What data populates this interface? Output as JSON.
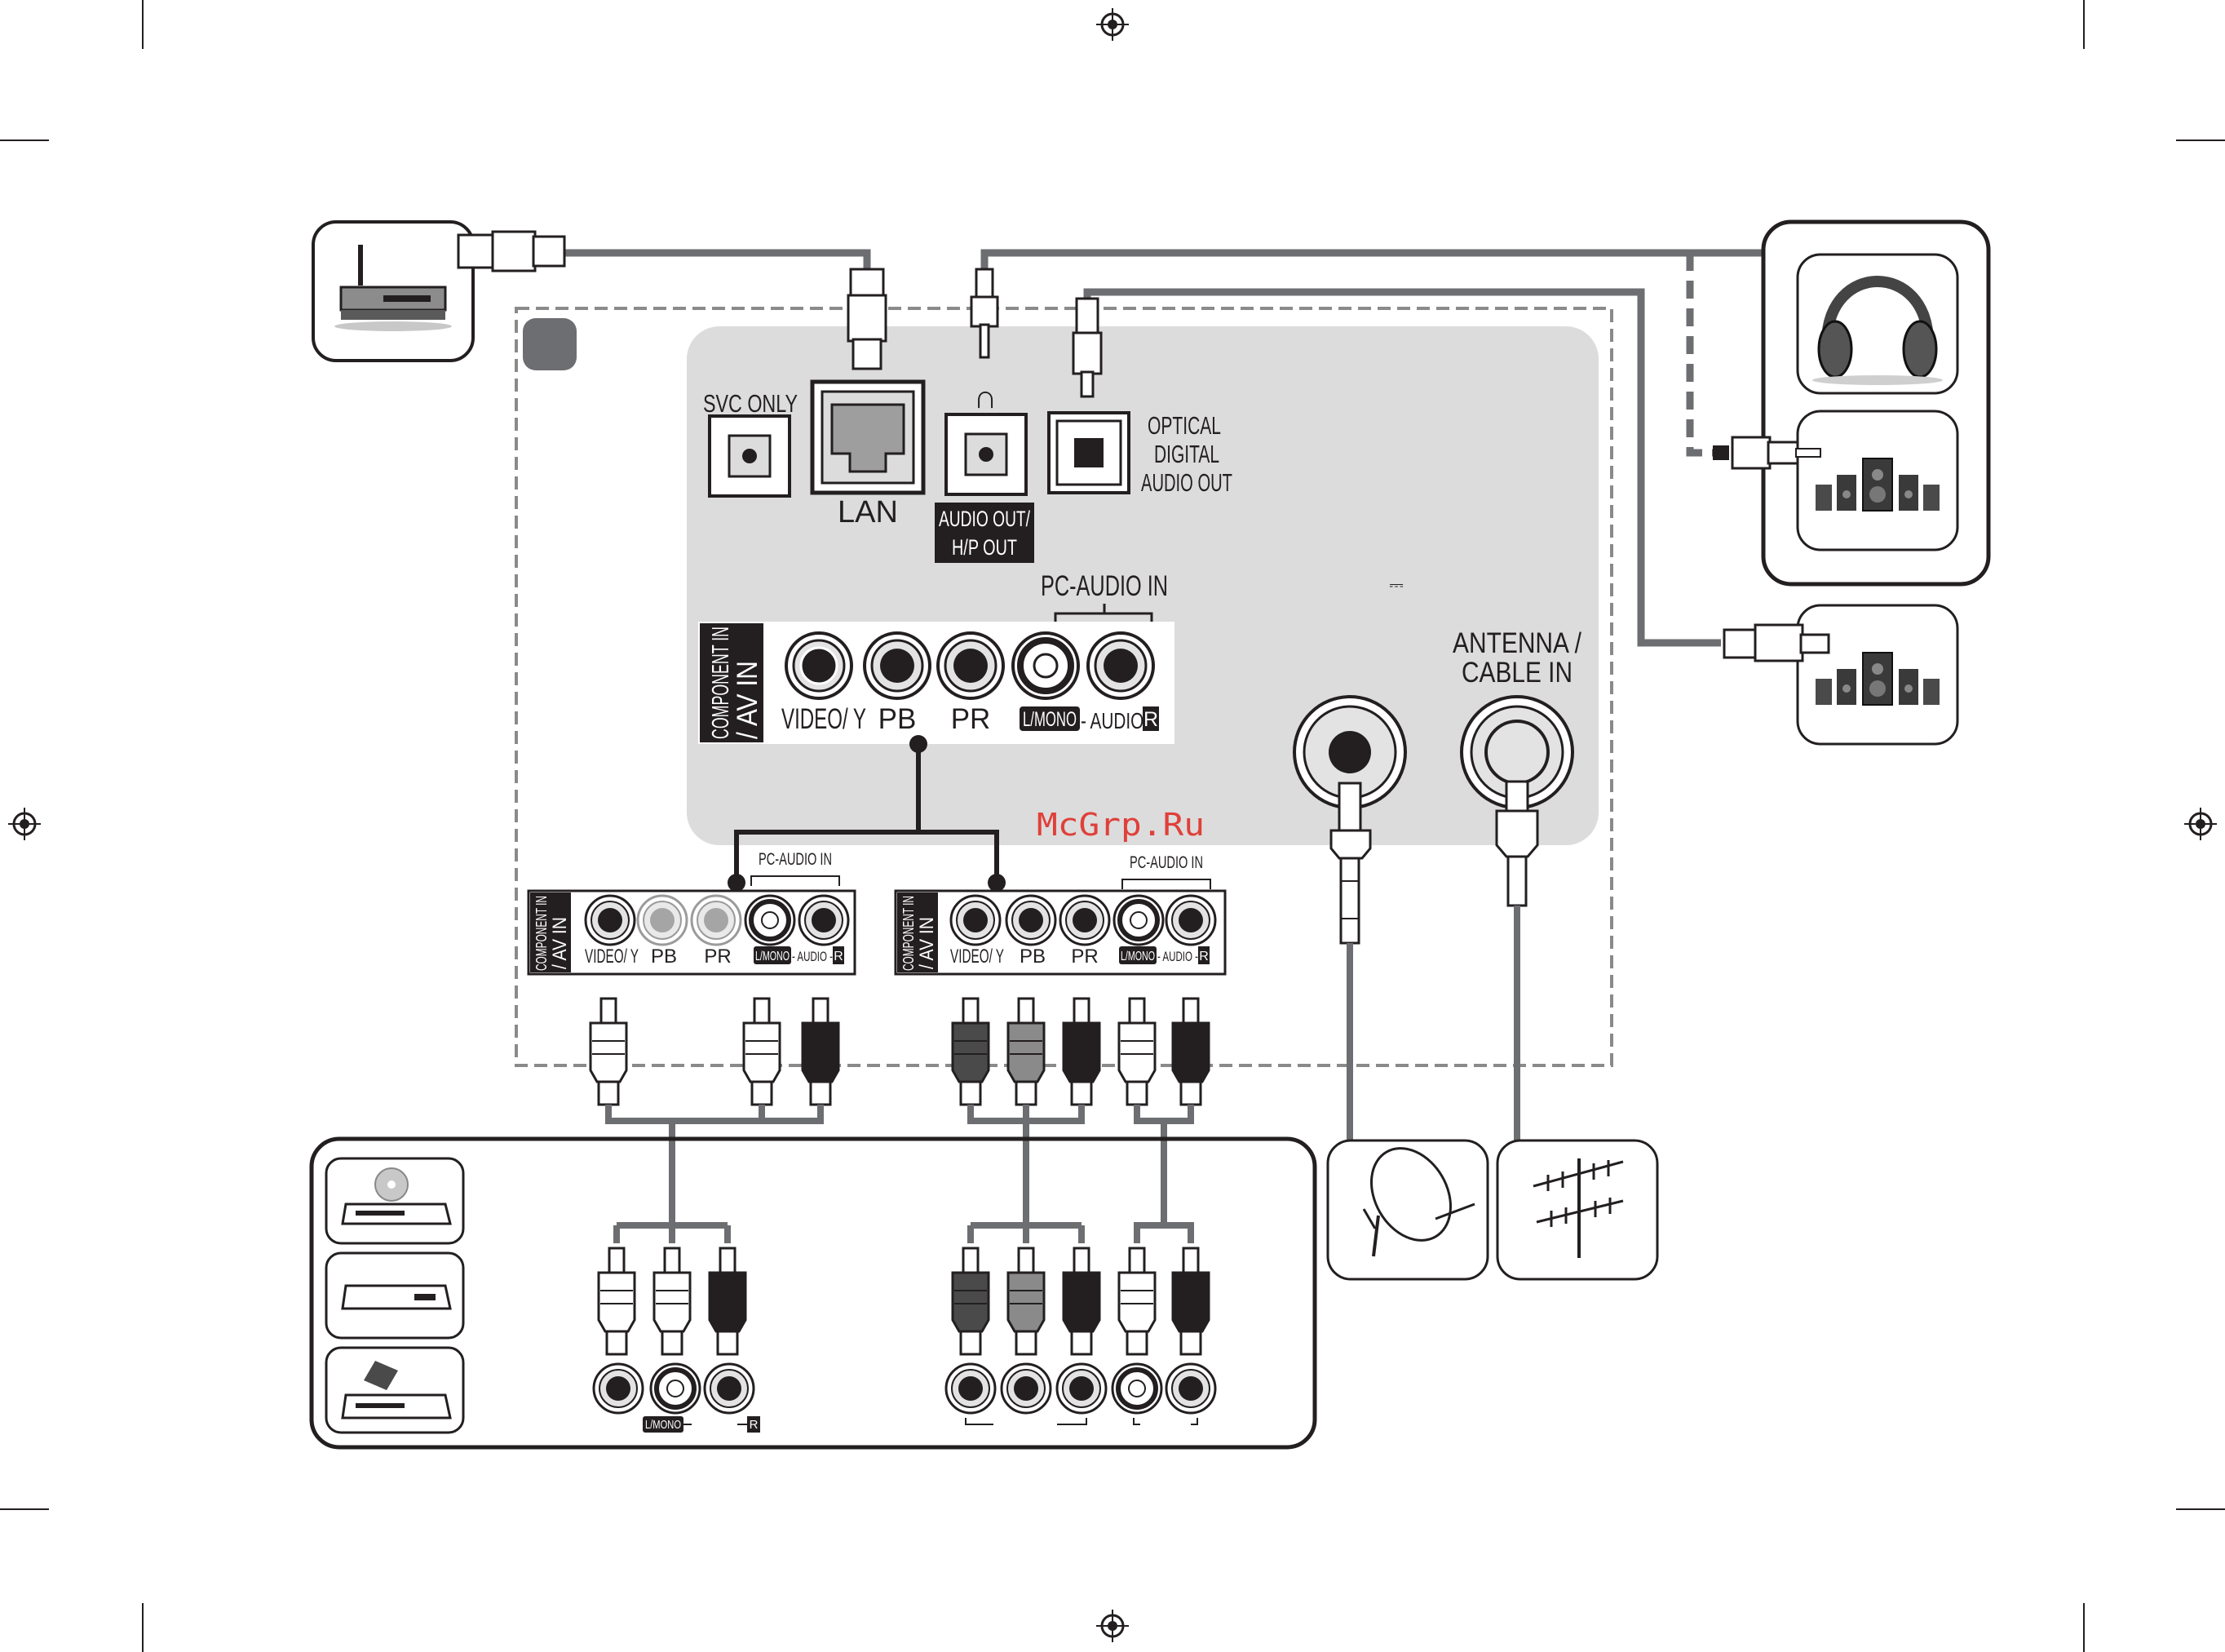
{
  "watermark": "McGrp.Ru",
  "tv_panel": {
    "svc_only": "SVC ONLY",
    "lan": "LAN",
    "headphone_symbol": "∩",
    "audio_out_line1": "AUDIO OUT/",
    "audio_out_line2": "H/P OUT",
    "optical_line1": "OPTICAL",
    "optical_line2": "DIGITAL",
    "optical_line3": "AUDIO OUT",
    "pc_audio_in": "PC-AUDIO IN",
    "component_line1": "COMPONENT IN",
    "component_line2": "/ AV IN",
    "video_y": "VIDEO/ Y",
    "pb": "PB",
    "pr": "PR",
    "l_mono": "L/MONO",
    "audio": "- AUDIO -",
    "r": "R",
    "antenna_line1": "ANTENNA /",
    "antenna_line2": "CABLE IN",
    "dc_symbol": "⎓"
  },
  "sub_panels": {
    "pc_audio_in": "PC-AUDIO IN",
    "component_line1": "COMPONENT IN",
    "component_line2": "/ AV IN",
    "video_y": "VIDEO/ Y",
    "pb": "PB",
    "pr": "PR",
    "l_mono": "L/MONO",
    "audio": "- AUDIO -",
    "r": "R"
  },
  "source_device": {
    "l_mono": "L/MONO",
    "r": "R"
  },
  "colors": {
    "panel_fill": "#dcdcdc",
    "cable": "#6d6e71",
    "dark": "#231f20",
    "watermark": "#e0403a"
  }
}
